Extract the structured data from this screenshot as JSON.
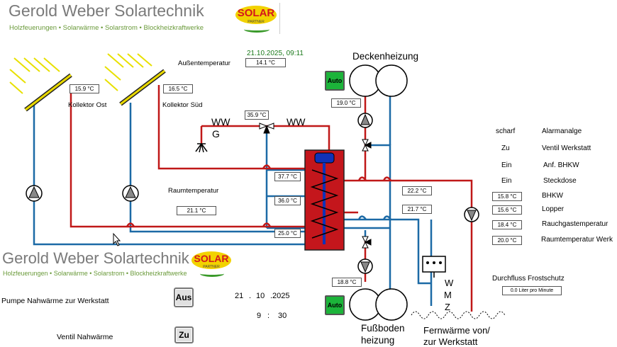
{
  "header": {
    "brand": "Gerold Weber Solartechnik",
    "tagline": "Holzfeuerungen • Solarwärme • Solarstrom • Blockheizkraftwerke",
    "logo_text": "SOLAR",
    "logo_sub": "PARTNER"
  },
  "timestamp": "21.10.2025, 09:11",
  "outside": {
    "label": "Außentemperatur",
    "value": "14.1 °C"
  },
  "collectors": {
    "east": {
      "label": "Kollektor Ost",
      "value": "15.9 °C"
    },
    "south": {
      "label": "Kollektor Süd",
      "value": "16.5 °C"
    }
  },
  "ww_top": {
    "left": "WW",
    "right": "WW",
    "g": "G",
    "temp": "35.9 °C"
  },
  "room": {
    "label": "Raumtemperatur",
    "value": "21.1 °C"
  },
  "storage": {
    "t1": "37.7 °C",
    "t2": "36.0 °C",
    "t3": "25.0 °C"
  },
  "ceiling": {
    "title": "Deckenheizung",
    "temp": "19.0 °C",
    "auto": "Auto"
  },
  "floor": {
    "title_1": "Fußboden",
    "title_2": "heizung",
    "temp": "18.8 °C",
    "auto": "Auto"
  },
  "mid_temps": {
    "a": "22.2 °C",
    "b": "21.7 °C"
  },
  "status": [
    {
      "state": "scharf",
      "name": "Alarmanalge"
    },
    {
      "state": "Zu",
      "name": "Ventil Werkstatt"
    },
    {
      "state": "Ein",
      "name": "Anf. BHKW"
    },
    {
      "state": "Ein",
      "name": "Steckdose"
    }
  ],
  "readings": [
    {
      "value": "15.8 °C",
      "name": "BHKW"
    },
    {
      "value": "15.6 °C",
      "name": "Lopper"
    },
    {
      "value": "18.4 °C",
      "name": "Rauchgastemperatur"
    },
    {
      "value": "20.0 °C",
      "name": "Raumtemperatur Werk"
    }
  ],
  "flow": {
    "label": "Durchfluss Frostschutz",
    "value": "0.0 Liter pro Minute"
  },
  "wmz": {
    "w1": "W",
    "m": "M",
    "z": "Z"
  },
  "district": {
    "line1": "Fernwärme von/",
    "line2": "zur Werkstatt"
  },
  "controls": {
    "pump_label": "Pumpe  Nahwärme zur Werkstatt",
    "pump_button": "Aus",
    "valve_label": "Ventil Nahwärme",
    "valve_button": "Zu"
  },
  "datetime": {
    "day": "21",
    "sep1": ".",
    "month": "10",
    "sep2": ".",
    "year": "2025",
    "hour": "9",
    "colon": ":",
    "minute": "30"
  },
  "colors": {
    "hot": "#c01818",
    "cold": "#1c6aa6",
    "storage": "#c4161c",
    "coil": "#1032b8",
    "auto_green": "#1cb43a",
    "panel": "#e8d800"
  }
}
